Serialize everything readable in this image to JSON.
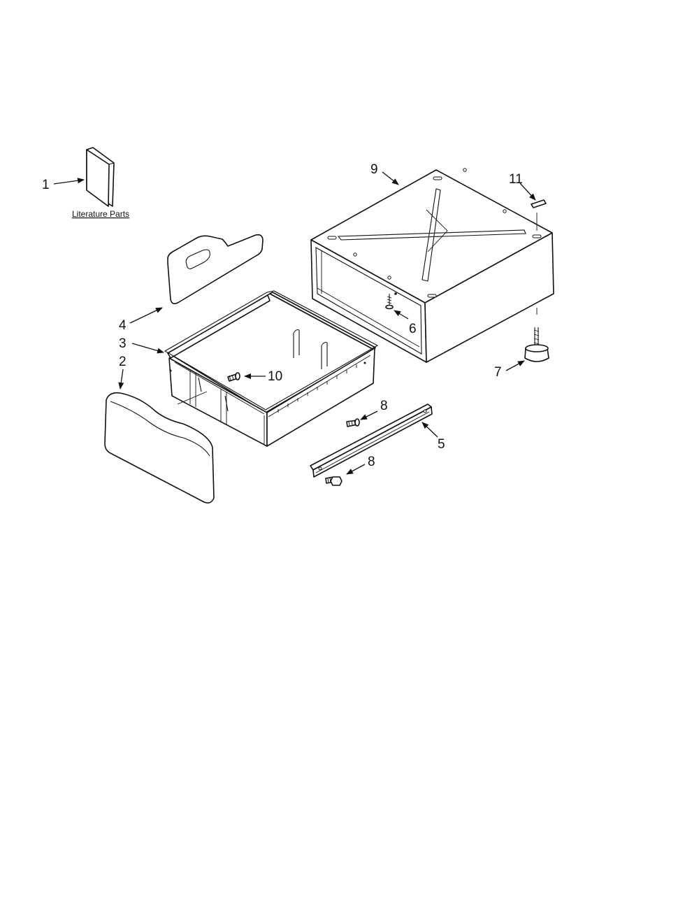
{
  "literature": {
    "label": "Literature Parts"
  },
  "callouts": {
    "c1": "1",
    "c2": "2",
    "c3": "3",
    "c4": "4",
    "c5": "5",
    "c6": "6",
    "c7": "7",
    "c8a": "8",
    "c8b": "8",
    "c9": "9",
    "c10": "10",
    "c11": "11"
  },
  "parts": [
    {
      "ref": "1",
      "name": "literature-booklet"
    },
    {
      "ref": "2",
      "name": "drawer-front-panel"
    },
    {
      "ref": "3",
      "name": "drawer-pan"
    },
    {
      "ref": "4",
      "name": "divider-panel"
    },
    {
      "ref": "5",
      "name": "drawer-slide"
    },
    {
      "ref": "6",
      "name": "screw"
    },
    {
      "ref": "7",
      "name": "leveling-leg"
    },
    {
      "ref": "8",
      "name": "screw"
    },
    {
      "ref": "9",
      "name": "pedestal-cabinet"
    },
    {
      "ref": "10",
      "name": "screw"
    },
    {
      "ref": "11",
      "name": "bumper"
    }
  ]
}
